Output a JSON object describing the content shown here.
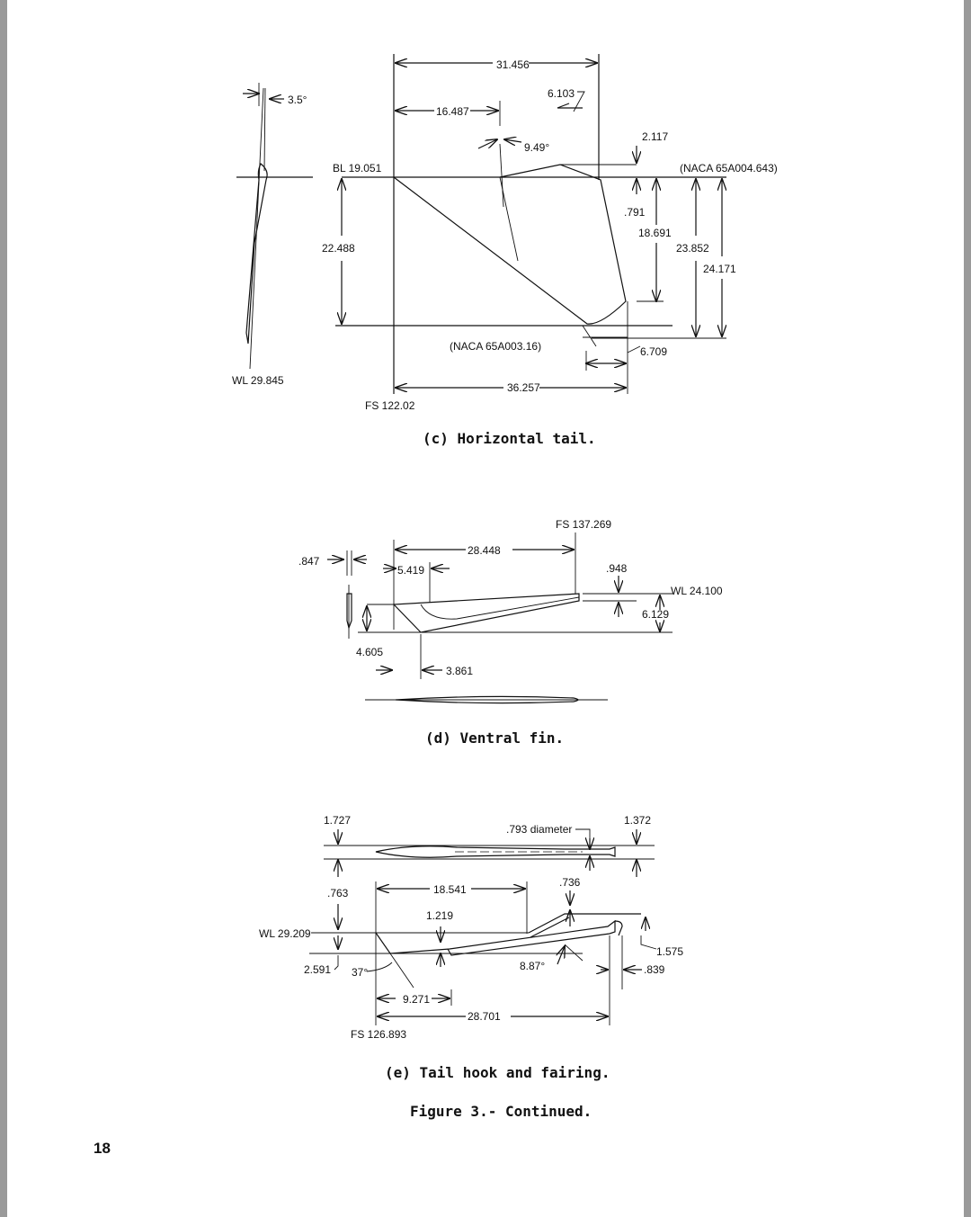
{
  "page_number": "18",
  "figure_caption": "Figure 3.- Continued.",
  "horizontal_tail": {
    "caption": "(c) Horizontal tail.",
    "dimensions": {
      "angle_dihedral": "3.5°",
      "span_overall": "31.456",
      "span_hinge": "16.487",
      "tip_offset": "6.103",
      "hinge_angle": "9.49°",
      "tip_thickness_offset": "2.117",
      "tip_airfoil": "(NACA 65A004.643)",
      "bl_station": "BL 19.051",
      "root_chord": "22.488",
      "tip_gap": ".791",
      "chord_18": "18.691",
      "chord_23": "23.852",
      "chord_24": "24.171",
      "root_airfoil": "(NACA 65A003.16)",
      "tip_extension": "6.709",
      "length_fs": "36.257",
      "waterline": "WL 29.845",
      "fuselage_station": "FS 122.02"
    }
  },
  "ventral_fin": {
    "caption": "(d) Ventral fin.",
    "dimensions": {
      "fuselage_station": "FS 137.269",
      "thickness": ".847",
      "length": "28.448",
      "leading_offset": "5.419",
      "trailing_gap": ".948",
      "waterline": "WL 24.100",
      "height_total": "6.129",
      "height_root": "4.605",
      "tip_offset": "3.861"
    }
  },
  "tail_hook": {
    "caption": "(e) Tail hook and fairing.",
    "dimensions": {
      "upper_left": "1.727",
      "hook_diameter": ".793 diameter",
      "upper_right": "1.372",
      "gap": ".763",
      "fairing_length": "18.541",
      "hook_depth": ".736",
      "step": "1.219",
      "waterline": "WL 29.209",
      "fairing_depth": "2.591",
      "fairing_angle": "37°",
      "hook_angle": "8.87°",
      "hook_tip_right": "1.575",
      "hook_tip": ".839",
      "fairing_offset": "9.271",
      "overall": "28.701",
      "fuselage_station": "FS 126.893"
    }
  }
}
